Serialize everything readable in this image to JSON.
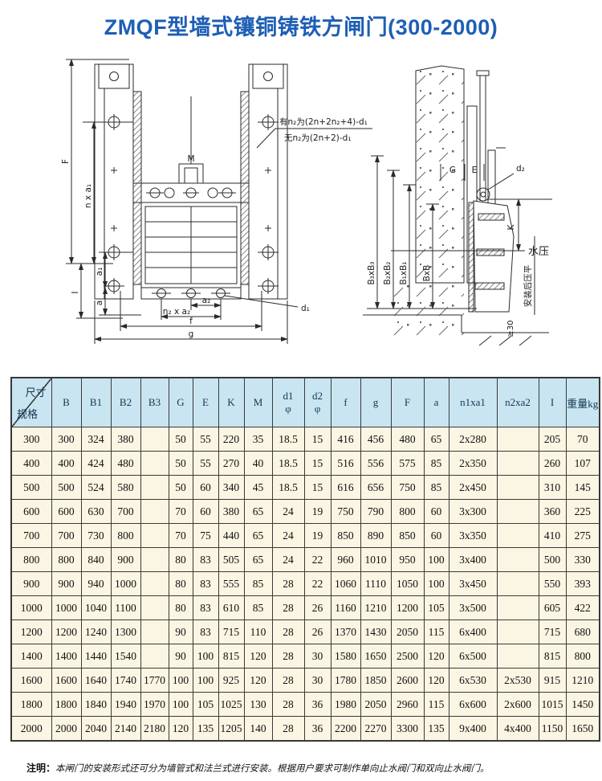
{
  "page": {
    "title": "ZMQF型墙式镶铜铸铁方闸门(300-2000)",
    "title_color": "#1e5eb5",
    "header_bg": "#c9e5f2",
    "row_bg": "#faf6e3"
  },
  "drawings": {
    "front": {
      "m": "M",
      "f_dim": "F",
      "nxa1": "n x a₁",
      "i_dim": "I",
      "a1": "a₁",
      "a": "a",
      "a2": "a₂",
      "n2xa2": "n₂ x a₂",
      "d1": "d₁",
      "f_bottom": "f",
      "g_bottom": "g",
      "ann1": "有n₂为(2n+2n₂+4)-d₁",
      "ann2": "无n₂为(2n+2)-d₁"
    },
    "side": {
      "g": "G",
      "e": "E",
      "d2": "d₂",
      "k": "K",
      "water": "水压",
      "b3": "B₃xB₃",
      "b2": "B₂xB₂",
      "b1": "B₁xB₁",
      "b": "BxB",
      "install": "安装后压平",
      "ge30": "≥30"
    }
  },
  "table": {
    "corner_top": "尺寸",
    "corner_bottom": "规格",
    "headers": [
      "B",
      "B1",
      "B2",
      "B3",
      "G",
      "E",
      "K",
      "M",
      "d1\nφ",
      "d2\nφ",
      "f",
      "g",
      "F",
      "a",
      "n1xa1",
      "n2xa2",
      "I",
      "重量kg"
    ],
    "rows": [
      [
        "300",
        "300",
        "324",
        "380",
        "",
        "50",
        "55",
        "220",
        "35",
        "18.5",
        "15",
        "416",
        "456",
        "480",
        "65",
        "2x280",
        "",
        "205",
        "70"
      ],
      [
        "400",
        "400",
        "424",
        "480",
        "",
        "50",
        "55",
        "270",
        "40",
        "18.5",
        "15",
        "516",
        "556",
        "575",
        "85",
        "2x350",
        "",
        "260",
        "107"
      ],
      [
        "500",
        "500",
        "524",
        "580",
        "",
        "50",
        "60",
        "340",
        "45",
        "18.5",
        "15",
        "616",
        "656",
        "750",
        "85",
        "2x450",
        "",
        "310",
        "145"
      ],
      [
        "600",
        "600",
        "630",
        "700",
        "",
        "70",
        "60",
        "380",
        "65",
        "24",
        "19",
        "750",
        "790",
        "800",
        "60",
        "3x300",
        "",
        "360",
        "225"
      ],
      [
        "700",
        "700",
        "730",
        "800",
        "",
        "70",
        "75",
        "440",
        "65",
        "24",
        "19",
        "850",
        "890",
        "850",
        "60",
        "3x350",
        "",
        "410",
        "275"
      ],
      [
        "800",
        "800",
        "840",
        "900",
        "",
        "80",
        "83",
        "505",
        "65",
        "24",
        "22",
        "960",
        "1010",
        "950",
        "100",
        "3x400",
        "",
        "500",
        "330"
      ],
      [
        "900",
        "900",
        "940",
        "1000",
        "",
        "80",
        "83",
        "555",
        "85",
        "28",
        "22",
        "1060",
        "1110",
        "1050",
        "100",
        "3x450",
        "",
        "550",
        "393"
      ],
      [
        "1000",
        "1000",
        "1040",
        "1100",
        "",
        "80",
        "83",
        "610",
        "85",
        "28",
        "26",
        "1160",
        "1210",
        "1200",
        "105",
        "3x500",
        "",
        "605",
        "422"
      ],
      [
        "1200",
        "1200",
        "1240",
        "1300",
        "",
        "90",
        "83",
        "715",
        "110",
        "28",
        "26",
        "1370",
        "1430",
        "2050",
        "115",
        "6x400",
        "",
        "715",
        "680"
      ],
      [
        "1400",
        "1400",
        "1440",
        "1540",
        "",
        "90",
        "100",
        "815",
        "120",
        "28",
        "30",
        "1580",
        "1650",
        "2500",
        "120",
        "6x500",
        "",
        "815",
        "800"
      ],
      [
        "1600",
        "1600",
        "1640",
        "1740",
        "1770",
        "100",
        "100",
        "925",
        "120",
        "28",
        "30",
        "1780",
        "1850",
        "2600",
        "120",
        "6x530",
        "2x530",
        "915",
        "1210"
      ],
      [
        "1800",
        "1800",
        "1840",
        "1940",
        "1970",
        "100",
        "105",
        "1025",
        "130",
        "28",
        "36",
        "1980",
        "2050",
        "2960",
        "115",
        "6x600",
        "2x600",
        "1015",
        "1450"
      ],
      [
        "2000",
        "2000",
        "2040",
        "2140",
        "2180",
        "120",
        "135",
        "1205",
        "140",
        "28",
        "36",
        "2200",
        "2270",
        "3300",
        "135",
        "9x400",
        "4x400",
        "1150",
        "1650"
      ]
    ]
  },
  "note": {
    "label": "注明：",
    "text": "本闸门的安装形式还可分为墙管式和法兰式进行安装。根据用户要求可制作单向止水阀门和双向止水阀门。"
  }
}
